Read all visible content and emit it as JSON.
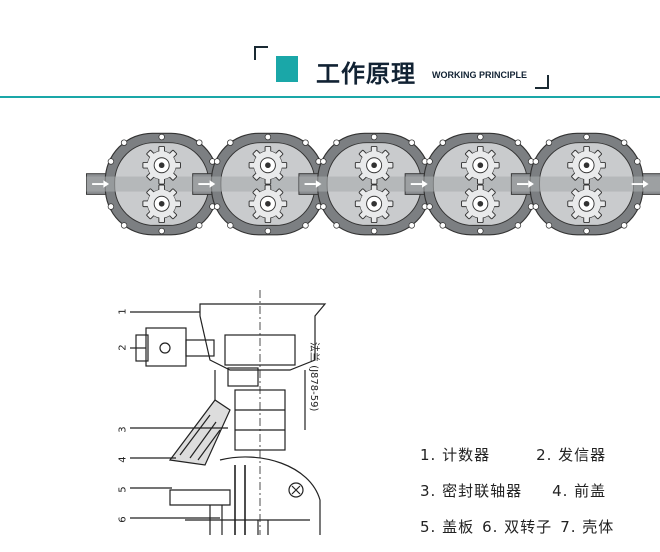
{
  "header": {
    "title_cn": "工作原理",
    "title_en": "WORKING PRINCIPLE"
  },
  "diagram": {
    "stage_count": 5,
    "flange_label": "法兰 (J878-59)",
    "part_numbers": [
      "1",
      "2",
      "3",
      "4",
      "5",
      "6"
    ]
  },
  "legend": {
    "rows": [
      [
        "1. 计数器",
        "2. 发信器"
      ],
      [
        "3. 密封联轴器",
        "4. 前盖"
      ],
      [
        "5. 盖板",
        "6. 双转子",
        "7. 壳体"
      ]
    ]
  },
  "colors": {
    "accent": "#1aa7a8",
    "housing": "#7c7f82",
    "chamber": "#c9cbcd"
  }
}
